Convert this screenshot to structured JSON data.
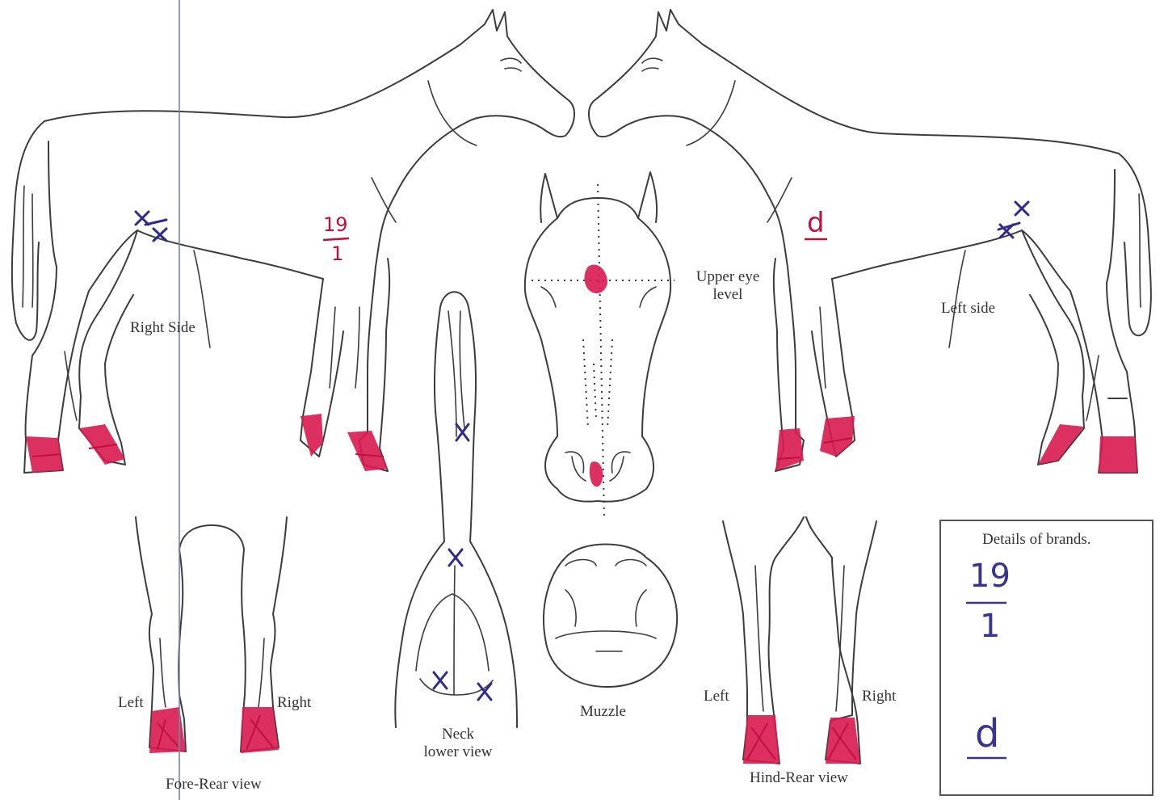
{
  "labels": {
    "right_side": "Right Side",
    "left_side": "Left side",
    "upper_eye_level": [
      "Upper eye",
      "level"
    ],
    "neck_lower_view": [
      "Neck",
      "lower view"
    ],
    "muzzle": "Muzzle",
    "fore_rear_view": "Fore-Rear view",
    "hind_rear_view": "Hind-Rear view",
    "fore_left": "Left",
    "fore_right": "Right",
    "hind_left": "Left",
    "hind_right": "Right"
  },
  "brands_box": {
    "title": "Details of brands.",
    "brand1_top": "19",
    "brand1_bottom": "1",
    "brand2": "d"
  },
  "handwriting": {
    "right_side_brand_top": "19",
    "right_side_brand_bottom": "1",
    "left_side_brand": "d"
  },
  "colors": {
    "outline": "#3c3c3c",
    "marking_red": "#d81b4f",
    "whorl_blue": "#2f2a8c",
    "ruler_line": "#6f85b0"
  }
}
